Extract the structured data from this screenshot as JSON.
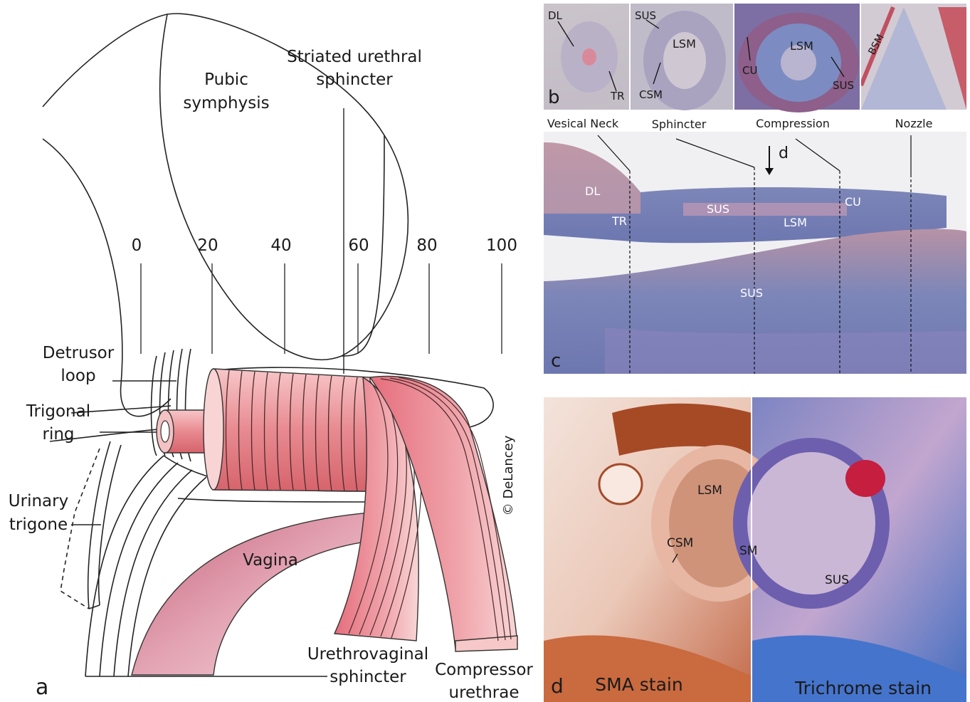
{
  "panel_a": {
    "letter": "a",
    "pubic_symphysis": [
      "Pubic",
      "symphysis"
    ],
    "striated_sphincter": [
      "Striated urethral",
      "sphincter"
    ],
    "scale_ticks": [
      "0",
      "20",
      "40",
      "60",
      "80",
      "100"
    ],
    "detrusor_loop": [
      "Detrusor",
      "loop"
    ],
    "trigonal_ring": [
      "Trigonal",
      "ring"
    ],
    "urinary_trigone": [
      "Urinary",
      "trigone"
    ],
    "vagina": "Vagina",
    "urethrovaginal_sphincter": [
      "Urethrovaginal",
      "sphincter"
    ],
    "compressor_urethrae": [
      "Compressor",
      "urethrae"
    ],
    "copyright": "© DeLancey"
  },
  "panel_b": {
    "letter": "b",
    "labels": [
      "DL",
      "TR",
      "SUS",
      "LSM",
      "CSM",
      "CU",
      "LSM",
      "SUS",
      "BSM"
    ]
  },
  "panel_c": {
    "letter": "c",
    "regions": [
      "Vesical Neck",
      "Sphincter",
      "Compression",
      "Nozzle"
    ],
    "arrow_label": "d",
    "labels": [
      "DL",
      "TR",
      "SUS",
      "LSM",
      "CU",
      "SUS"
    ]
  },
  "panel_d": {
    "letter": "d",
    "left_stain": "SMA stain",
    "right_stain": "Trichrome stain",
    "labels": [
      "LSM",
      "CSM",
      "SM",
      "SUS"
    ]
  }
}
